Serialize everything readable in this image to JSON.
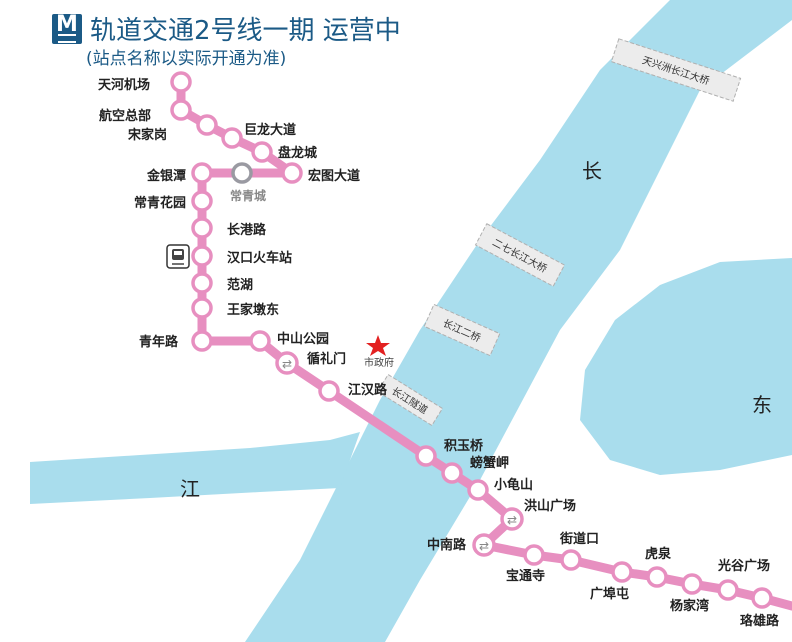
{
  "title": "轨道交通2号线一期 运营中",
  "subtitle": "(站点名称以实际开通为准)",
  "logo_letter": "M",
  "colors": {
    "line": "#e78fc0",
    "river": "#a9dded",
    "bridge": "#ececec",
    "title": "#1b5a86",
    "star": "#e32020",
    "transfer_station": "#9a9aa2"
  },
  "river_labels": {
    "chang": "长",
    "jiang": "江",
    "dong": "东"
  },
  "bridges": {
    "tianxingzhou": "天兴洲长江大桥",
    "erqi": "二七长江大桥",
    "changjiang_er": "长江二桥",
    "tunnel": "长江隧道"
  },
  "government": "市政府",
  "transfer_station_name": "常青城",
  "railway_icon": "railway-station-icon",
  "stations": {
    "tianhe_airport": "天河机场",
    "hangkong": "航空总部",
    "songjiagang": "宋家岗",
    "julong": "巨龙大道",
    "panlongcheng": "盘龙城",
    "hongtu": "宏图大道",
    "jinyintan": "金银潭",
    "changqinghuayuan": "常青花园",
    "changganglu": "长港路",
    "hankou_rail": "汉口火车站",
    "fanhu": "范湖",
    "wangjiadun": "王家墩东",
    "qingnianlu": "青年路",
    "zhongshan_park": "中山公园",
    "xunlimen": "循礼门",
    "jianghanlu": "江汉路",
    "jiyuqiao": "积玉桥",
    "pangxiejia": "螃蟹岬",
    "xiaoguishan": "小龟山",
    "hongshan_sq": "洪山广场",
    "zhongnanlu": "中南路",
    "baotongsi": "宝通寺",
    "jiedaokou": "街道口",
    "guangbutun": "广埠屯",
    "huquan": "虎泉",
    "yangjiawan": "杨家湾",
    "guanggu_sq": "光谷广场",
    "luoxionglu": "珞雄路"
  }
}
